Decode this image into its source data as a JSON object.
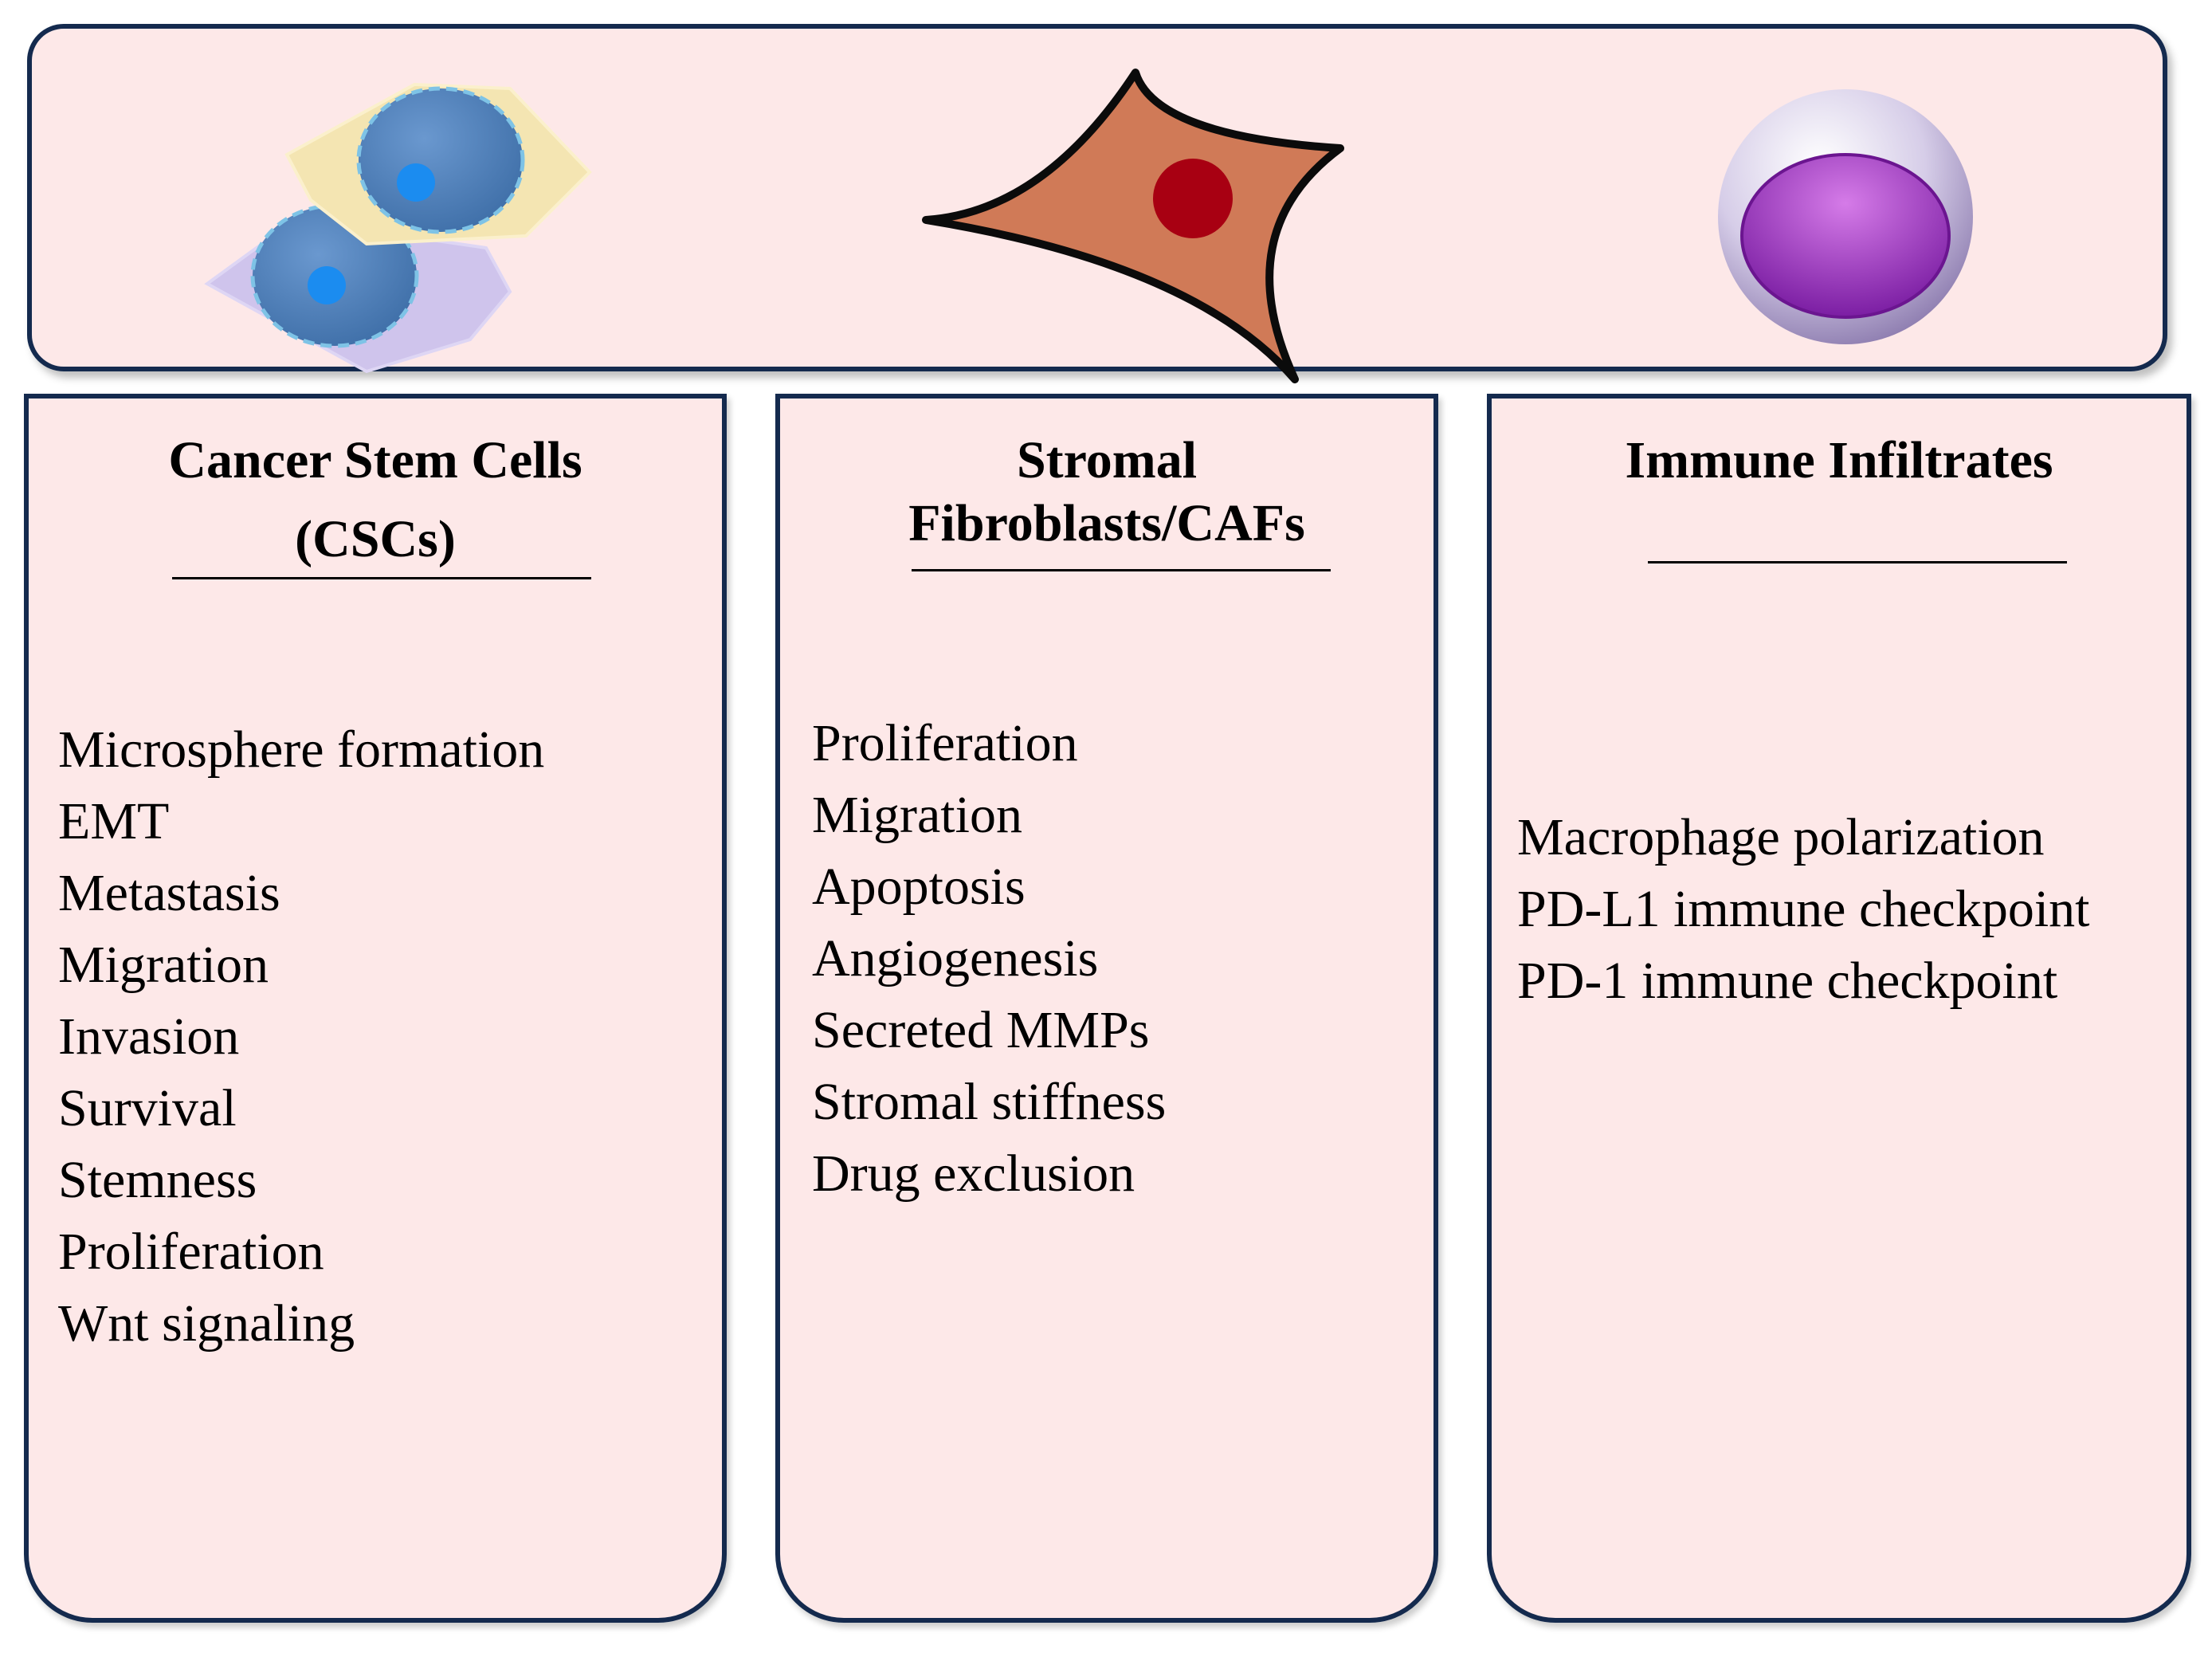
{
  "panels": {
    "csc": {
      "title_line1": "Cancer Stem Cells",
      "title_line2": "(CSCs)",
      "items": [
        "Microsphere formation",
        "EMT",
        "Metastasis",
        "Migration",
        "Invasion",
        "Survival",
        "Stemness",
        "Proliferation",
        "Wnt signaling"
      ]
    },
    "stromal": {
      "title_line1": "Stromal",
      "title_line2": "Fibroblasts/CAFs",
      "items": [
        "Proliferation",
        "Migration",
        "Apoptosis",
        "Angiogenesis",
        "Secreted MMPs",
        "Stromal stiffness",
        "Drug exclusion"
      ]
    },
    "immune": {
      "title_line1": "Immune Infiltrates",
      "items": [
        "Macrophage polarization",
        "PD-L1 immune checkpoint",
        "PD-1 immune checkpoint"
      ]
    }
  },
  "colors": {
    "panel_fill": "#fde8e8",
    "border": "#142a4e",
    "csc_nucleus": "#4f7eb8",
    "csc_dot": "#1b8cf0",
    "fibroblast": "#d07a57",
    "fibroblast_nucleus": "#a80012",
    "immune_cell": "#8b2bb0"
  }
}
